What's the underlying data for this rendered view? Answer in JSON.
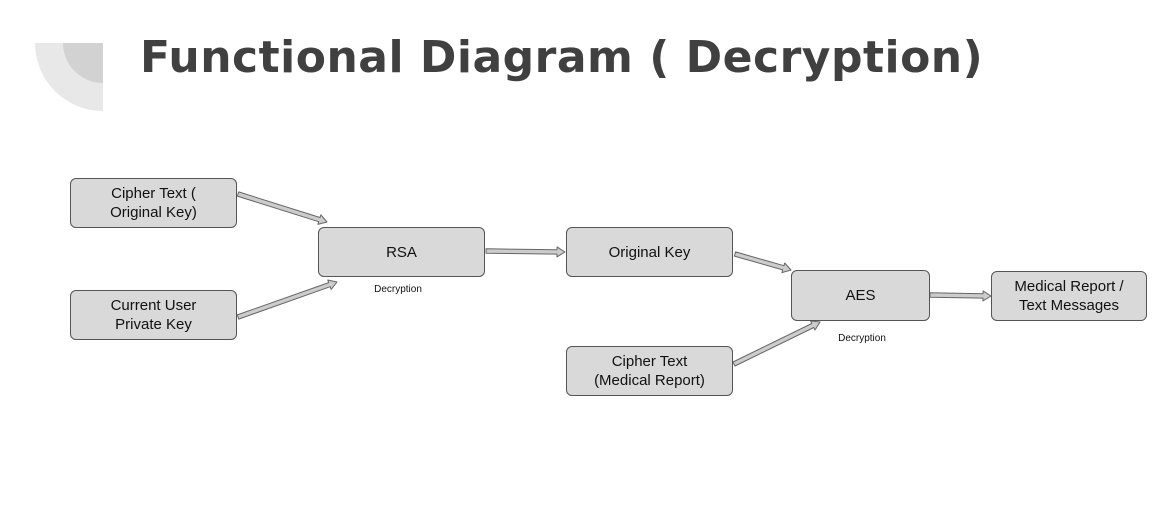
{
  "title": "Functional Diagram ( Decryption)",
  "nodes": {
    "cipher_key": "Cipher Text (\nOriginal Key)",
    "private_key": "Current User\nPrivate Key",
    "rsa": "RSA",
    "original_key": "Original Key",
    "cipher_report": "Cipher Text\n(Medical Report)",
    "aes": "AES",
    "output": "Medical Report /\nText Messages"
  },
  "labels": {
    "rsa_sub": "Decryption",
    "aes_sub": "Decryption"
  },
  "colors": {
    "node_fill": "#d9d9d9",
    "node_border": "#555555",
    "arrow_fill": "#cccccc",
    "arrow_stroke": "#666666",
    "title": "#404040"
  }
}
